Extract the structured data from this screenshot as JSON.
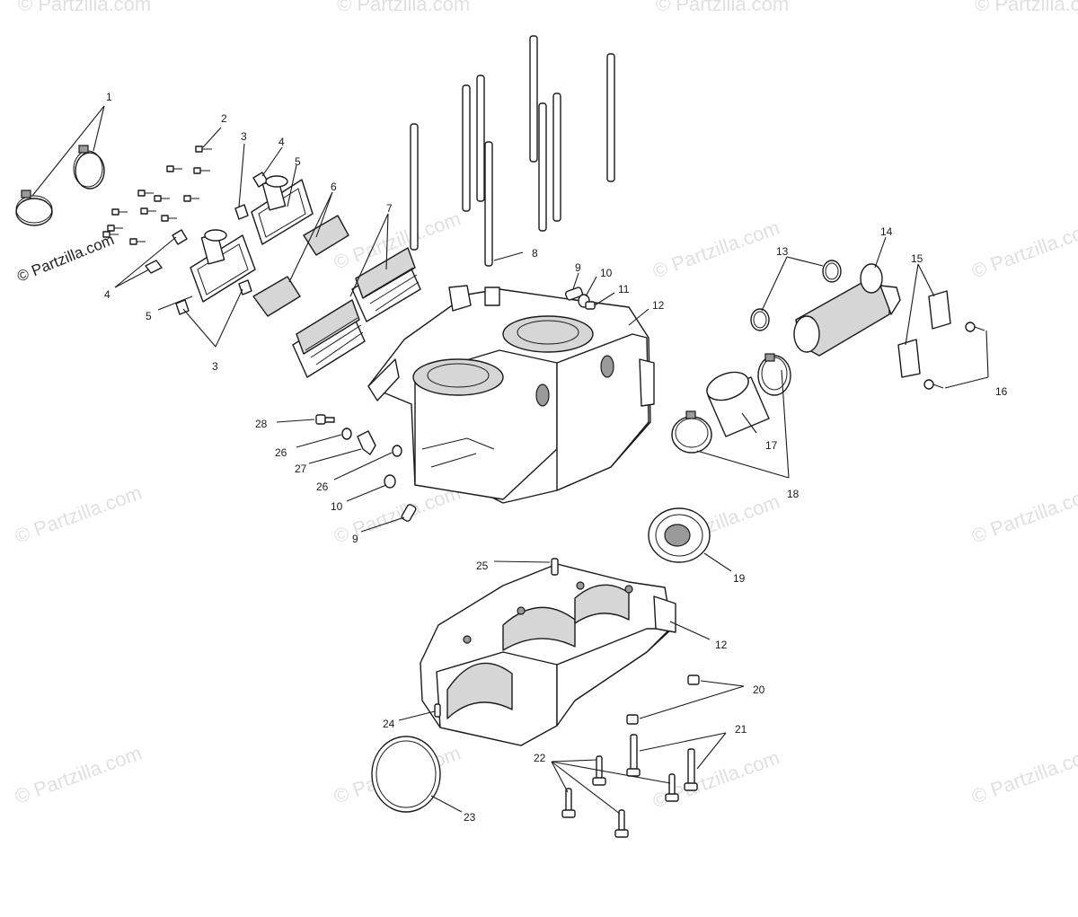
{
  "copyright": "© Partzilla.com",
  "watermark_text": "© Partzilla.com",
  "callouts": {
    "c1": "1",
    "c2": "2",
    "c3a": "3",
    "c3b": "3",
    "c4a": "4",
    "c4b": "4",
    "c5a": "5",
    "c5b": "5",
    "c6": "6",
    "c7": "7",
    "c8": "8",
    "c9a": "9",
    "c9b": "9",
    "c10a": "10",
    "c10b": "10",
    "c11": "11",
    "c12a": "12",
    "c12b": "12",
    "c13": "13",
    "c14": "14",
    "c15": "15",
    "c16": "16",
    "c17": "17",
    "c18": "18",
    "c19": "19",
    "c20": "20",
    "c21": "21",
    "c22": "22",
    "c23": "23",
    "c24": "24",
    "c25": "25",
    "c26a": "26",
    "c26b": "26",
    "c27": "27",
    "c28": "28"
  }
}
